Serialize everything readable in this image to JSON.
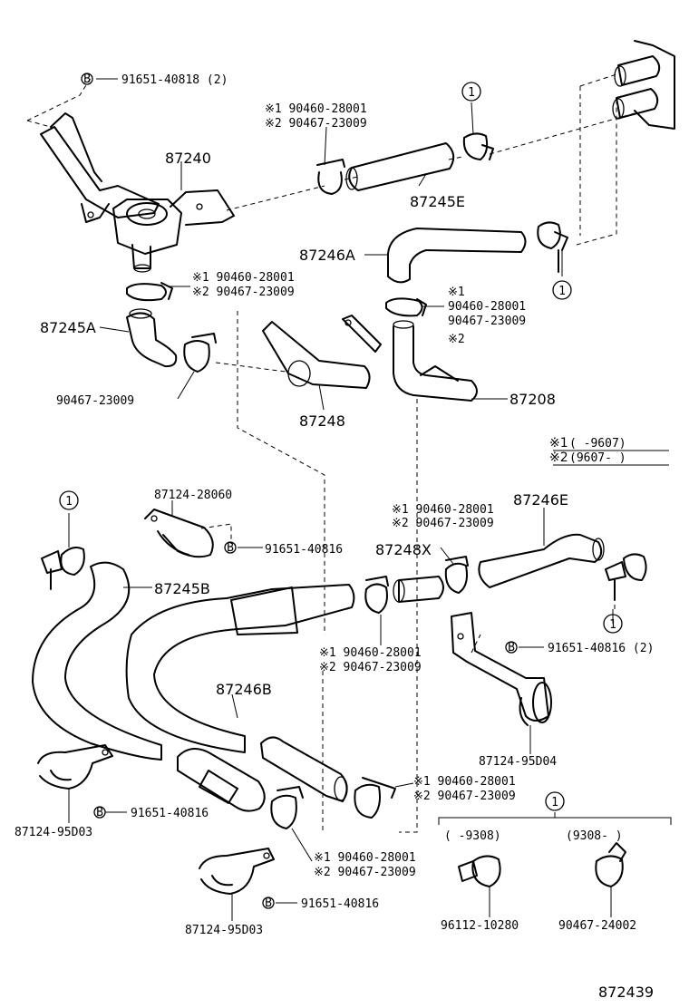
{
  "diagram_id": "872439",
  "callouts": {
    "c1": "1",
    "bolt": "B"
  },
  "legend": {
    "star1_mark": "※1",
    "star1_range": "(        -9607)",
    "star2_mark": "※2",
    "star2_range": "(9607-       )",
    "inset_left_range": "(       -9308)",
    "inset_right_range": "(9308-       )"
  },
  "labels": {
    "bolt_top": "91651-40818 (2)",
    "s1_top": "※1 90460-28001",
    "s2_top": "※2 90467-23009",
    "p87240": "87240",
    "p87245E": "87245E",
    "p87246A": "87246A",
    "s1_mid_left": "※1 90460-28001",
    "s2_mid_left": "※2 90467-23009",
    "s1_mid_right": "※1",
    "clamp_mid_right_1": "90460-28001",
    "clamp_mid_right_2": "90467-23009",
    "s2_mid_right": "※2",
    "p87245A": "87245A",
    "clamp_90467": "90467-23009",
    "p87248": "87248",
    "p87208": "87208",
    "p87124_28060": "87124-28060",
    "bolt_mid": "91651-40816",
    "s1_x": "※1 90460-28001",
    "s2_x": "※2 90467-23009",
    "p87246E": "87246E",
    "p87248X": "87248X",
    "p87245B": "87245B",
    "bolt_right": "91651-40816 (2)",
    "s1_lower": "※1 90460-28001",
    "s2_lower": "※2 90467-23009",
    "p87246B": "87246B",
    "p87124_95D04": "87124-95D04",
    "s1_low_right": "※1 90460-28001",
    "s2_low_right": "※2 90467-23009",
    "bolt_low_left": "91651-40816",
    "p87124_95D03_left": "87124-95D03",
    "s1_bottom": "※1 90460-28001",
    "s2_bottom": "※2 90467-23009",
    "bolt_bottom": "91651-40816",
    "p87124_95D03_bottom": "87124-95D03",
    "p96112_10280": "96112-10280",
    "p90467_24002": "90467-24002"
  }
}
